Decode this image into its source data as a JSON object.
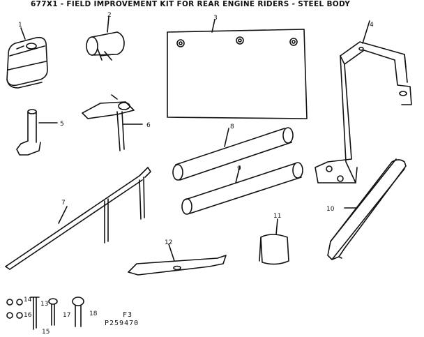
{
  "title": "677X1 - FIELD IMPROVEMENT KIT FOR REAR ENGINE RIDERS - STEEL BODY",
  "callouts": {
    "c1": "1",
    "c2": "2",
    "c3": "3",
    "c4": "4",
    "c5": "5",
    "c6": "6",
    "c7": "7",
    "c8": "8",
    "c9": "9",
    "c10": "10",
    "c11": "11",
    "c12": "12",
    "c13": "13",
    "c14": "14",
    "c15": "15",
    "c16": "16",
    "c17": "17",
    "c18": "18"
  },
  "figure_code": "F3",
  "part_code": "P259470"
}
